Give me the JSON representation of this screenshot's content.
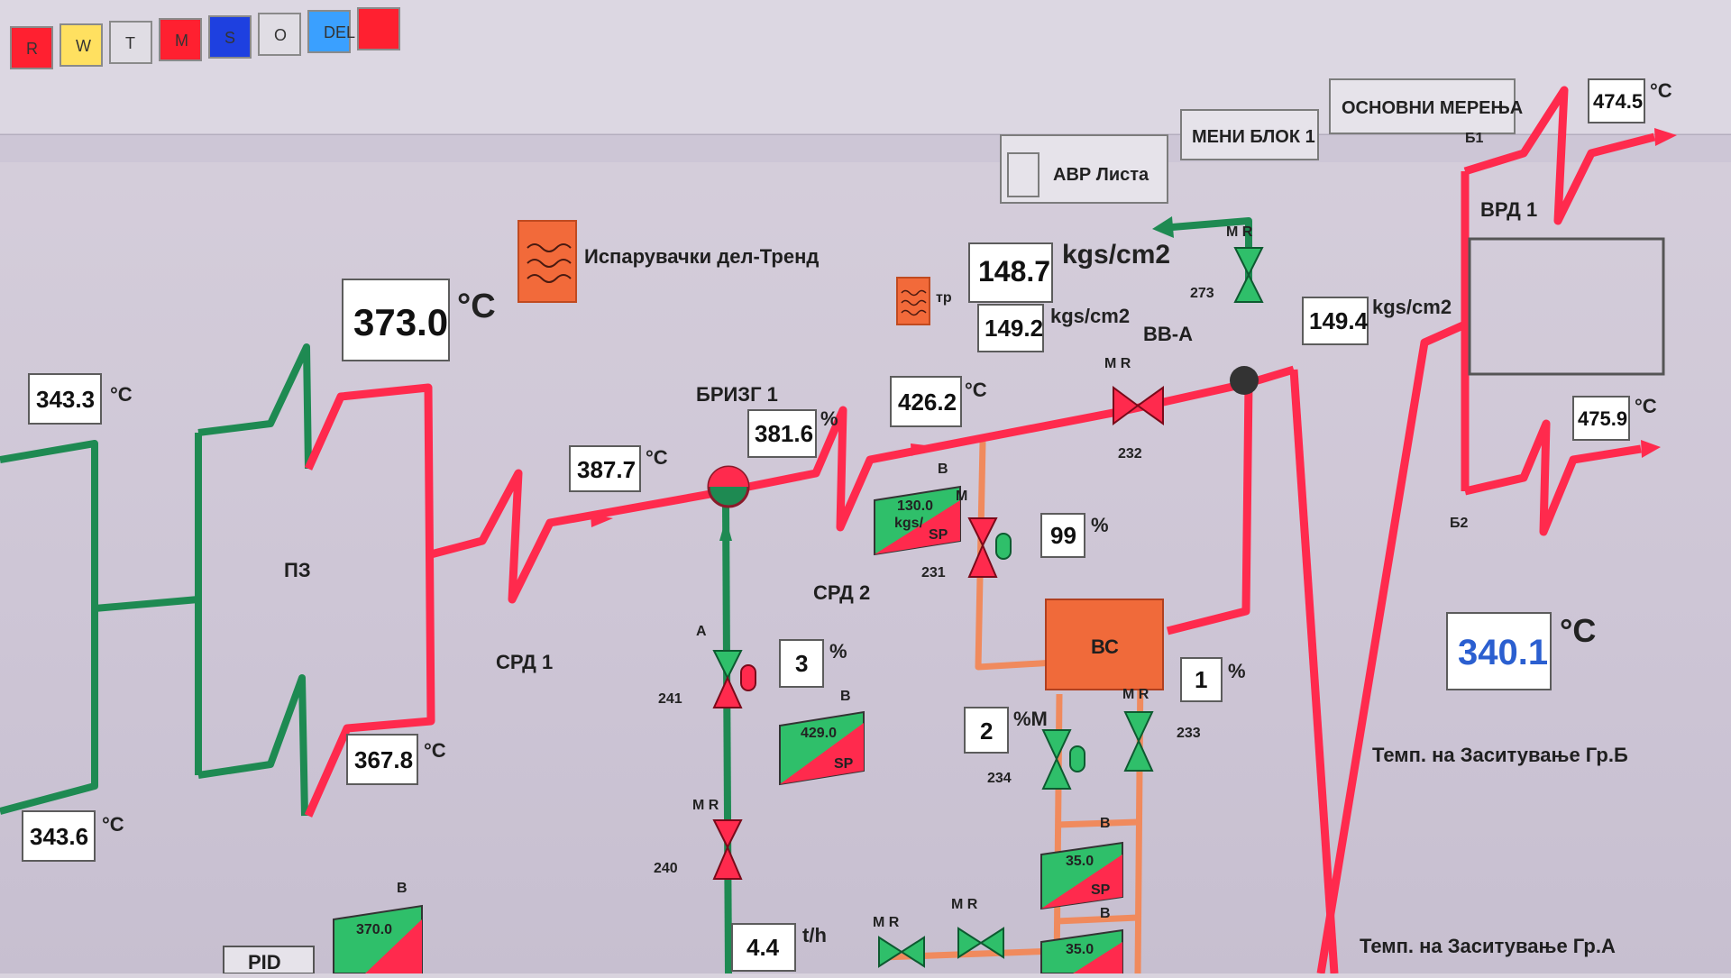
{
  "toolbar": {
    "swatches": [
      {
        "label": "R",
        "color": "#ff2030"
      },
      {
        "label": "W",
        "color": "#ffe060"
      },
      {
        "label": "T",
        "color": "#e0dde4"
      },
      {
        "label": "M",
        "color": "#ff2030"
      },
      {
        "label": "S",
        "color": "#1e40e0"
      },
      {
        "label": "O",
        "color": "#e0dde4"
      },
      {
        "label": "DEL",
        "color": "#3aa0ff"
      },
      {
        "label": "",
        "color": "#ff2030"
      }
    ]
  },
  "buttons": {
    "avr": "АВР Листа",
    "menu": "МЕНИ БЛОК 1",
    "main": "ОСНОВНИ МЕРЕЊА"
  },
  "trend": {
    "evap_label": "Испарувачки дел-Тренд",
    "small_label": "тр"
  },
  "readings": {
    "t_main": "373.0",
    "t_left_top": "343.3",
    "t_left_bot": "343.6",
    "t_367": "367.8",
    "t_387": "387.7",
    "t_381": "381.6",
    "t_426": "426.2",
    "p_148": "148.7",
    "p_149_2": "149.2",
    "p_149_4": "149.4",
    "t_474": "474.5",
    "t_475": "475.9",
    "t_sat": "340.1",
    "pct_99": "99",
    "pct_3": "3",
    "pct_1": "1",
    "pct_2": "2",
    "flow": "4.4"
  },
  "units": {
    "degC": "°C",
    "kgs": "kgs/cm2",
    "pct": "%",
    "th": "t/h"
  },
  "controllers": {
    "c1": "130.0",
    "c1_sub": "kgs/",
    "c2": "429.0",
    "c3": "35.0",
    "c4": "35.0",
    "c5": "370.0",
    "sp": "SP"
  },
  "labels": {
    "pz": "ПЗ",
    "srd1": "СРД 1",
    "srd2": "СРД 2",
    "brizg": "БРИЗГ 1",
    "vva": "ВВ-А",
    "vrd": "ВРД 1",
    "b1": "Б1",
    "b2": "Б2",
    "vs": "ВС",
    "temp_b": "Темп. на Заситување Гр.Б",
    "temp_a": "Темп. на Заситување Гр.А",
    "pid": "PID",
    "a": "A",
    "b": "B",
    "m": "M",
    "r": "R",
    "mr": "M R",
    "pct_m": "%M"
  },
  "valves": {
    "v273": "273",
    "v232": "232",
    "v231": "231",
    "v241": "241",
    "v240": "240",
    "v234": "234",
    "v233": "233"
  }
}
